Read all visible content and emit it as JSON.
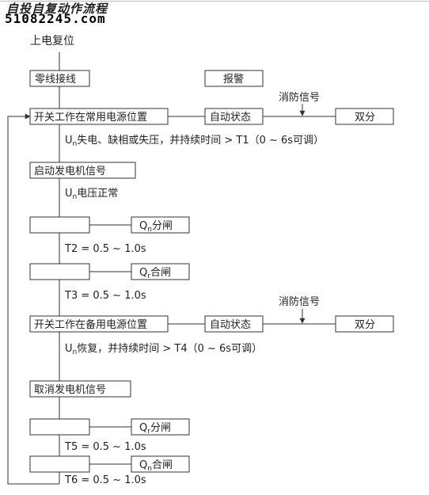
{
  "page": {
    "title": "自投自复动作流程",
    "watermark": "51082245.com"
  },
  "diagram": {
    "start": "上电复位",
    "boxes": {
      "neutral": "零线接线",
      "alarm": "报警",
      "switch_normal": "开关工作在常用电源位置",
      "auto1": "自动状态",
      "dual1": "双分",
      "start_gen": "启动发电机信号",
      "qn_open_1": "分闸",
      "qr_close": "合闸",
      "switch_backup": "开关工作在备用电源位置",
      "auto2": "自动状态",
      "dual2": "双分",
      "cancel_gen": "取消发电机信号",
      "qr_open": "分闸",
      "qn_close_2": "合闸"
    },
    "labels": {
      "fire1": "消防信号",
      "fire2": "消防信号",
      "un_loss_pre": "U",
      "un_loss_sub": "n",
      "un_loss_rest": "失电、缺相或失压，并持续时间 > T1（0 ~ 6s可调）",
      "un_normal_pre": "U",
      "un_normal_sub": "n",
      "un_normal_rest": "电压正常",
      "t2": "T2 = 0.5 ~ 1.0s",
      "t3": "T3 = 0.5 ~ 1.0s",
      "un_restore_pre": "U",
      "un_restore_sub": "n",
      "un_restore_rest": "恢复，并持续时间 > T4（0 ~ 6s可调）",
      "t5": "T5 = 0.5 ~ 1.0s",
      "t6": "T6 = 0.5 ~ 1.0s",
      "q_main": "Q",
      "sub_n": "n",
      "sub_r": "r"
    }
  }
}
